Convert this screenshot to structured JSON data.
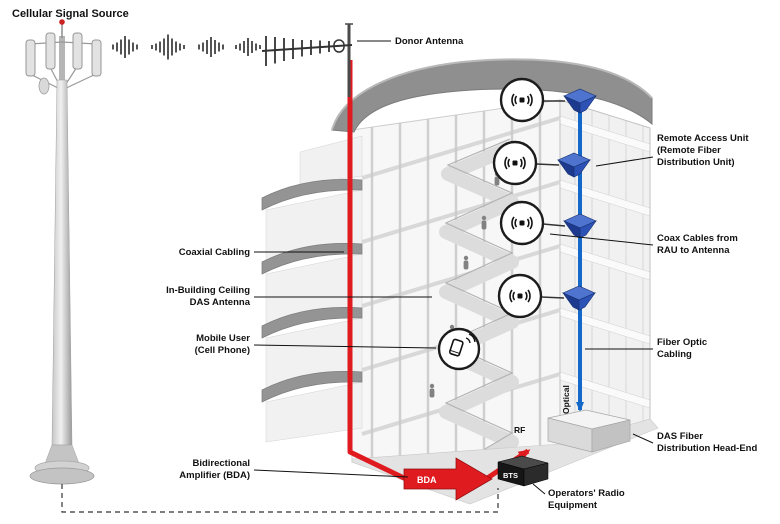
{
  "labels": {
    "cellular_signal_source": "Cellular Signal Source",
    "donor_antenna": "Donor Antenna",
    "coaxial_cabling": "Coaxial Cabling",
    "in_building_1": "In-Building Ceiling",
    "in_building_2": "DAS Antenna",
    "mobile_user_1": "Mobile User",
    "mobile_user_2": "(Cell Phone)",
    "bda_label_1": "Bidirectional",
    "bda_label_2": "Amplifier (BDA)",
    "rau_1": "Remote Access Unit",
    "rau_2": "(Remote Fiber",
    "rau_3": "Distribution Unit)",
    "coax_rau_1": "Coax Cables from",
    "coax_rau_2": "RAU to Antenna",
    "fiber_1": "Fiber Optic",
    "fiber_2": "Cabling",
    "headend_1": "DAS Fiber",
    "headend_2": "Distribution Head-End",
    "operators_1": "Operators' Radio",
    "operators_2": "Equipment",
    "tag_bda": "BDA",
    "tag_bts": "BTS",
    "tag_rf": "RF",
    "tag_optical": "Optical"
  },
  "colors": {
    "coax_cable_red": "#e01b20",
    "fiber_optic_blue": "#1468c8",
    "rau_box_blue": "#2c52b5",
    "building_gray": "#8f8f8f",
    "label_text": "#111111"
  },
  "icons": {
    "cell-tower-icon": "monopole with panel antennas",
    "radio-waves-icon": "RF waveform bursts",
    "yagi-antenna-icon": "directional donor antenna",
    "ceiling-antenna-icon": "circle speaker with sound arcs",
    "mobile-phone-icon": "phone with signal arcs",
    "rau-box-icon": "blue isometric unit",
    "bts-box-icon": "black radio equipment box",
    "headend-box-icon": "white distribution head-end"
  },
  "counts": {
    "ceiling_antennas": 4,
    "remote_access_units": 4
  }
}
